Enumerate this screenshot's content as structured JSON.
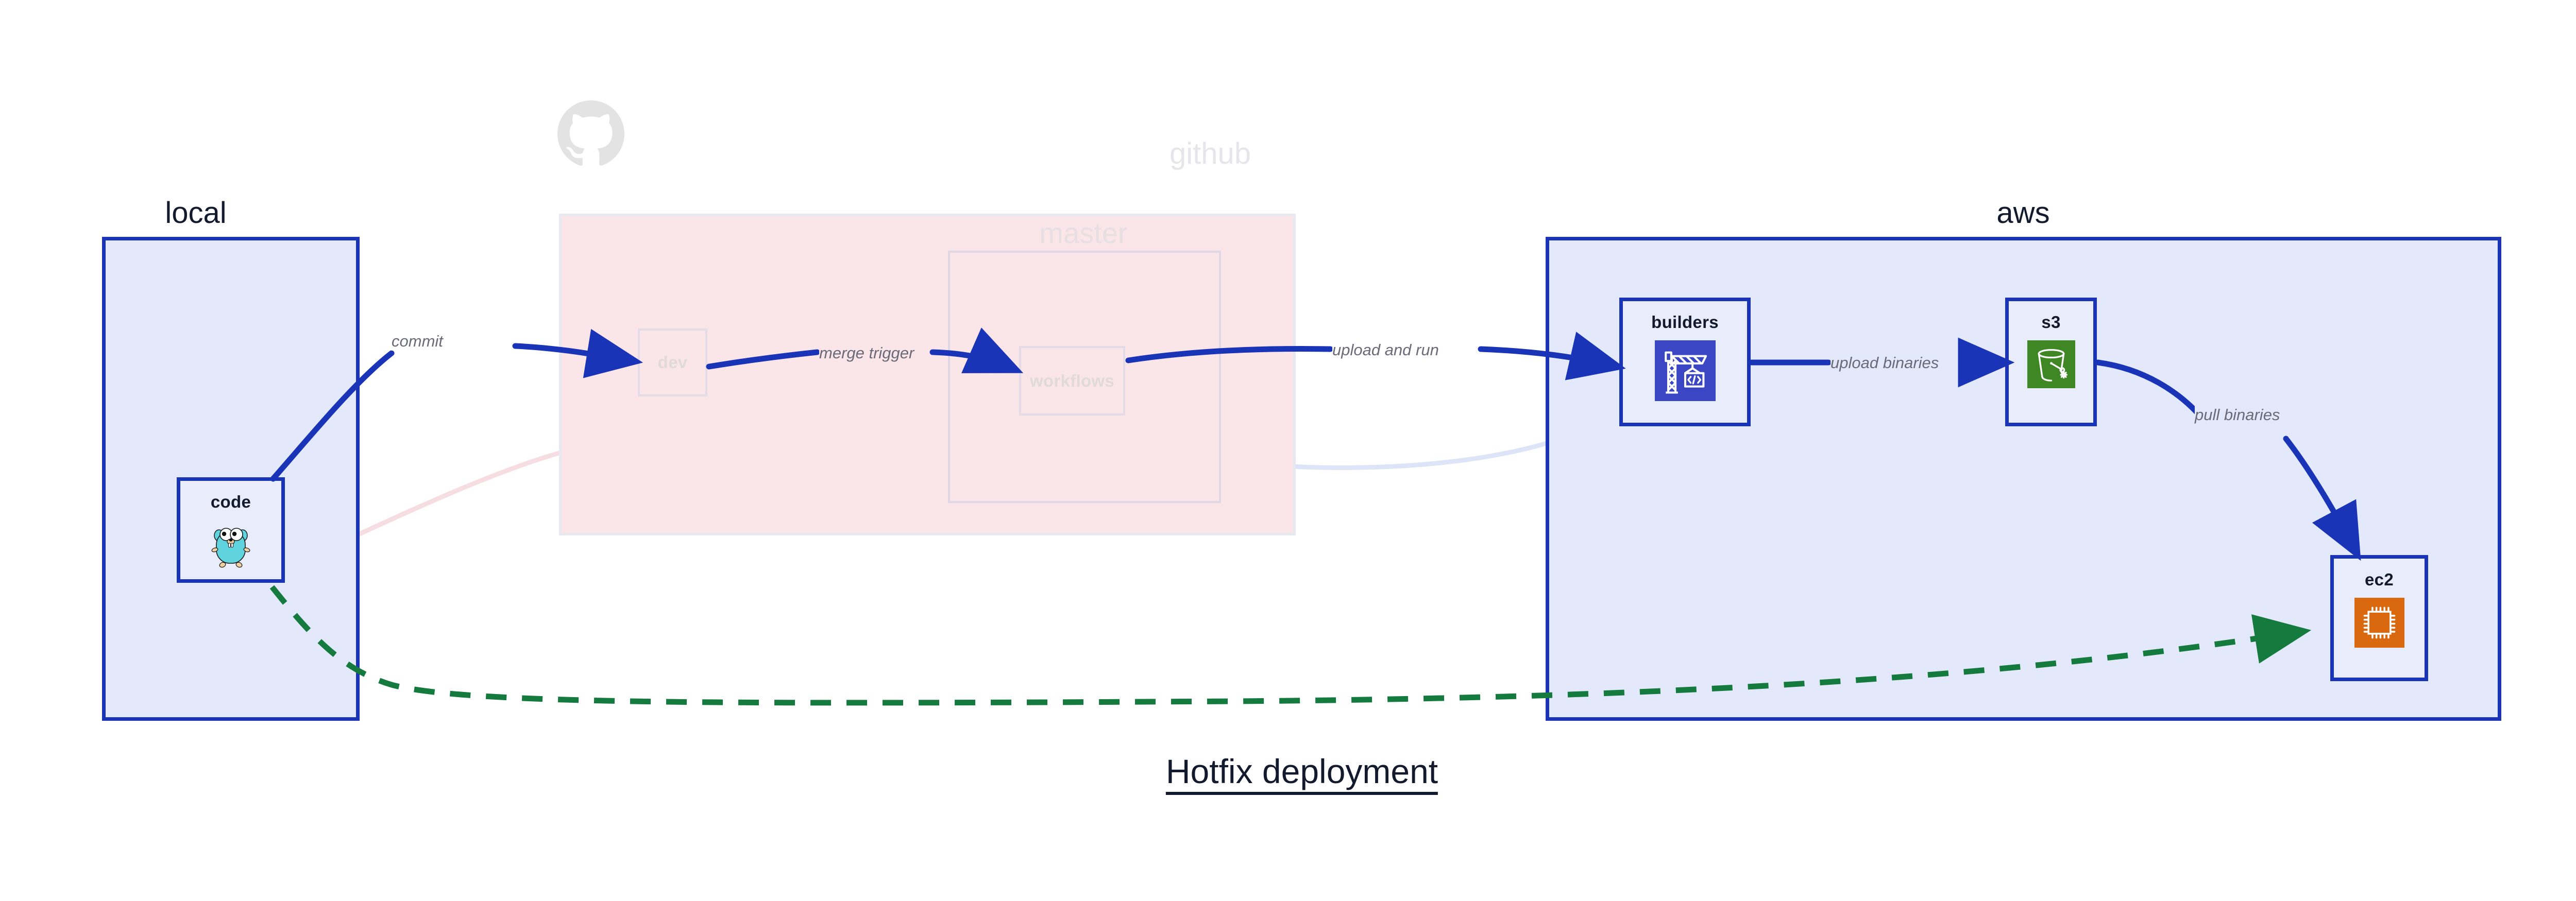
{
  "figure": {
    "title": "Hotfix deployment",
    "background": "#ffffff"
  },
  "colors": {
    "edge_blue": "#1a34b8",
    "edge_green": "#147a3d",
    "group_blue_fill": "#e3e8fb",
    "group_blue_border": "#1a34b8",
    "group_pink_fill": "#fae5e9",
    "node_fill": "#e9edfb",
    "label_grey": "#6a6a78",
    "faded": "#e3dbe6",
    "go_cyan": "#5fd3de",
    "builders_indigo": "#3b46c4",
    "s3_green": "#3f8624",
    "ec2_orange": "#d9680f",
    "github_grey": "#e3e3e3"
  },
  "groups": [
    {
      "id": "local",
      "title": "local",
      "style": "solid-blue"
    },
    {
      "id": "github",
      "title": "github",
      "style": "faded-pink"
    },
    {
      "id": "aws",
      "title": "aws",
      "style": "solid-blue"
    }
  ],
  "github_internal": {
    "cluster_title": "master",
    "nodes": [
      {
        "id": "dev",
        "label": "dev",
        "state": "faded"
      },
      {
        "id": "workflows",
        "label": "workflows",
        "state": "faded"
      }
    ]
  },
  "nodes": [
    {
      "id": "code",
      "label": "code",
      "icon": "go-gopher-icon",
      "group": "local"
    },
    {
      "id": "builders",
      "label": "builders",
      "icon": "crane-code-icon",
      "group": "aws"
    },
    {
      "id": "s3",
      "label": "s3",
      "icon": "s3-bucket-icon",
      "group": "aws"
    },
    {
      "id": "ec2",
      "label": "ec2",
      "icon": "cpu-chip-icon",
      "group": "aws"
    }
  ],
  "edges": [
    {
      "id": "commit",
      "label": "commit",
      "from": "code",
      "to": "dev",
      "style": "solid",
      "color": "#1a34b8"
    },
    {
      "id": "merge-trigger",
      "label": "merge trigger",
      "from": "dev",
      "to": "workflows",
      "style": "solid",
      "color": "#1a34b8"
    },
    {
      "id": "upload-and-run",
      "label": "upload and run",
      "from": "workflows",
      "to": "builders",
      "style": "solid",
      "color": "#1a34b8"
    },
    {
      "id": "upload-binaries",
      "label": "upload binaries",
      "from": "builders",
      "to": "s3",
      "style": "solid",
      "color": "#1a34b8"
    },
    {
      "id": "pull-binaries",
      "label": "pull binaries",
      "from": "s3",
      "to": "ec2",
      "style": "solid",
      "color": "#1a34b8"
    },
    {
      "id": "hotfix-direct",
      "label": "",
      "from": "code",
      "to": "ec2",
      "style": "dashed",
      "color": "#147a3d"
    }
  ]
}
